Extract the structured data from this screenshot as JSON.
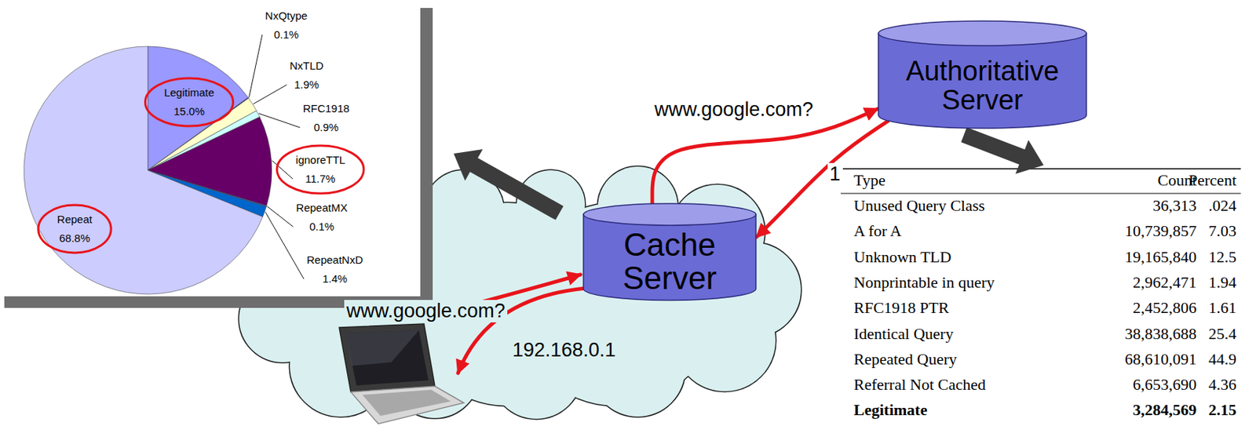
{
  "diagram": {
    "nodes": [
      {
        "text": [
          "Authoritative Server"
        ]
      },
      {
        "text": [
          "Cache Server"
        ]
      }
    ],
    "edges": [
      {
        "from": 1,
        "to": 0,
        "label": "www.google.com?",
        "arrow": "to"
      },
      {
        "from": 0,
        "to": 1,
        "label": "1",
        "arrow": "to"
      }
    ],
    "labels": [
      "NxQtype 0.1%",
      "NxTLD 1.9%",
      "RFC1918 0.9%",
      "ignoreTTL 11.7%",
      "RepeatMX 0.1%",
      "RepeatNxD 1.4%",
      "Legitimate 15.0%",
      "Repeat 68.8%",
      "www.google.com?",
      "192.168.0.1",
      "Type",
      "Count",
      "Percent",
      "Unused Query Class",
      "36,313",
      ".024",
      "A for A",
      "10,739,857",
      "7.03",
      "Unknown TLD",
      "19,165,840",
      "12.5",
      "Nonprintable in query",
      "2,962,471",
      "1.94",
      "RFC1918 PTR",
      "2,452,806",
      "1.61",
      "Identical Query",
      "38,838,688",
      "25.4",
      "Repeated Query",
      "68,610,091",
      "44.9",
      "Referral Not Cached",
      "6,653,690",
      "4.36",
      "Legitimate",
      "3,284,569",
      "2.15"
    ]
  }
}
